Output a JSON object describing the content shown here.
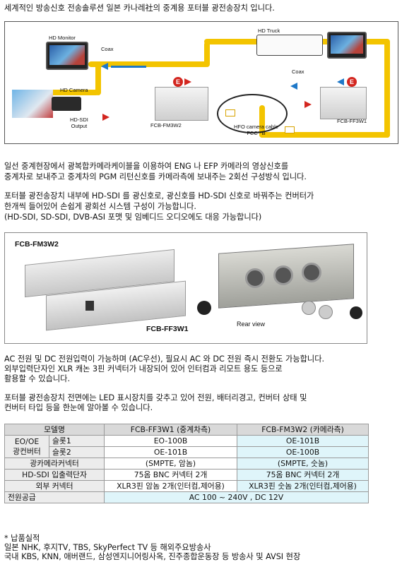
{
  "intro_line": "세계적인 방송신호 전송솔루션 일본 카나레社의 중계용 포터블 광전송장치 입니다.",
  "diagram": {
    "hd_monitor": "HD Monitor",
    "coax_left": "Coax",
    "hd_camera": "HD Camera",
    "hd_sdi_output": [
      "HD-SDI",
      "Output"
    ],
    "fcb_fm3w2": "FCB-FM3W2",
    "hfo_cable": [
      "HFO camera cable",
      "FCC**B"
    ],
    "hd_truck": "HD Truck",
    "coax_right": "Coax",
    "fcb_ff3w1": "FCB-FF3W1"
  },
  "paragraph1": [
    "일선 중계현장에서 광복합카메라케이블을 이용하여 ENG 나 EFP 카메라의 영상신호를",
    "중계차로 보내주고 중계차의 PGM 리턴신호를 카메라측에 보내주는 2회선 구성방식 입니다."
  ],
  "paragraph2": [
    "포터블 광전송장치 내부에 HD-SDI 를 광신호로, 광신호를 HD-SDI 신호로 바꿔주는 컨버터가",
    "한개씩 들어있어 손쉽게 광회선 시스템 구성이 가능합니다.",
    "(HD-SDI, SD-SDI, DVB-ASI 포맷 및 임베디드 오디오에도 대응 가능합니다)"
  ],
  "photo": {
    "label_fm3w2": "FCB-FM3W2",
    "label_ff3w1": "FCB-FF3W1",
    "rear_view": "Rear view"
  },
  "paragraph3": [
    "AC 전원 및 DC 전원입력이 가능하며 (AC우선), 필요시 AC 와 DC 전원 즉시 전환도 가능합니다.",
    "외부입력단자인 XLR 캐논 3핀 커넥터가 내장되어 있어 인터컴과 리모트 용도 등으로",
    "활용할 수 있습니다."
  ],
  "paragraph4": [
    "포터블 광전송장치 전면에는 LED 표시장치를 갖추고 있어 전원, 배터리경고, 컨버터 상태 및",
    "컨버터 타입 등을 한눈에 알아볼 수 있습니다."
  ],
  "table": {
    "header": [
      "모델명",
      "FCB-FF3W1 (중계차측)",
      "FCB-FM3W2 (카메라측)"
    ],
    "eo_group": [
      "EO/OE",
      "광컨버터"
    ],
    "slot1": {
      "label": "슬롯1",
      "ff": "EO-100B",
      "fm": "OE-101B"
    },
    "slot2": {
      "label": "슬롯2",
      "ff": "OE-101B",
      "fm": "OE-100B"
    },
    "camera_connector": {
      "label": "광카메라커넥터",
      "ff": "(SMPTE, 암놈)",
      "fm": "(SMPTE, 숫놈)"
    },
    "io": {
      "label": "HD-SDI 입출력단자",
      "ff": "75옴 BNC 커넥터 2개",
      "fm": "75옴 BNC 커넥터 2개"
    },
    "ext": {
      "label": "외부 커넥터",
      "ff": "XLR3핀 암놈 2개(인터컴,제어용)",
      "fm": "XLR3핀 숫놈 2개(인터컴,제어용)"
    },
    "power": {
      "label": "전원공급",
      "value": "AC 100 ~ 240V , DC 12V"
    }
  },
  "footer": [
    "* 납품실적",
    "일본 NHK, 후지TV, TBS, SkyPerfect TV 등 해외주요방송사",
    "국내 KBS, KNN, 애버랜드, 삼성엔지니어링사옥, 진주종합운동장 등 방송사 및 AVSI 현장"
  ],
  "colors": {
    "cable_yellow": "#f3c400",
    "arrow_red": "#d3261f",
    "arrow_blue": "#1e78c8",
    "table_header_gray": "#d9d9d9",
    "table_camera_side_cyan": "#dff5fa"
  }
}
